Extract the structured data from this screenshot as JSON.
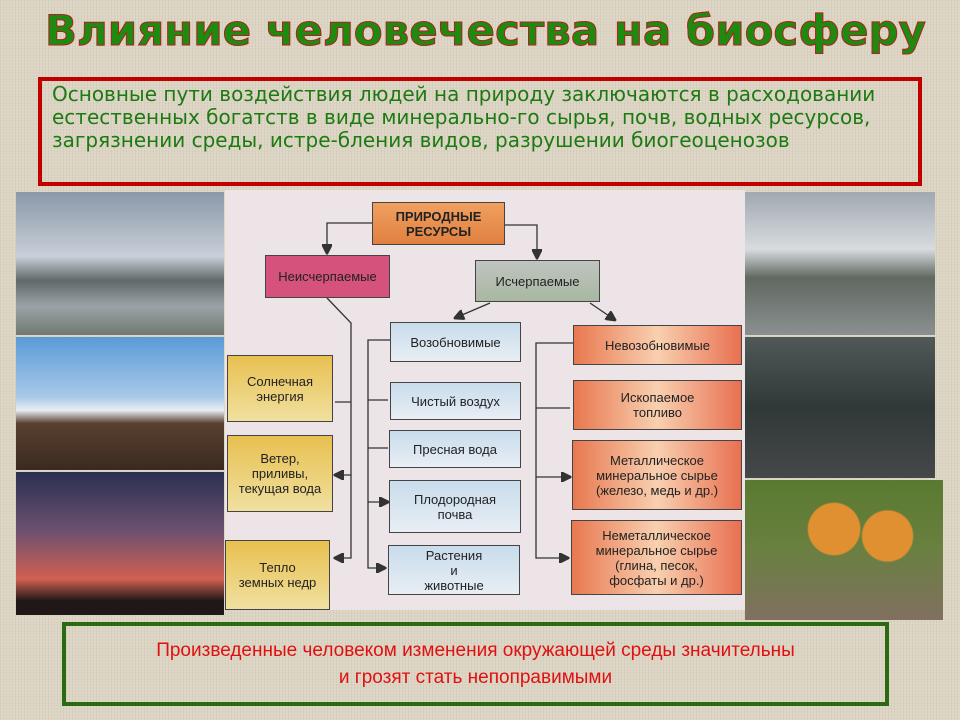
{
  "title": "Влияние человечества на биосферу",
  "intro": "Основные пути воздействия людей на природу заключаются в расходовании естественных богатств в виде минерально-го сырья, почв, водных ресурсов, загрязнении среды, истре-бления видов, разрушении биогеоценозов",
  "diagram": {
    "root": "ПРИРОДНЫЕ РЕСУРСЫ",
    "inexhaustible": "Неисчерпаемые",
    "exhaustible": "Исчерпаемые",
    "renewable": "Возобновимые",
    "nonrenewable": "Невозобновимые",
    "inexhaustible_items": [
      "Солнечная энергия",
      "Ветер, приливы, текущая вода",
      "Тепло земных недр"
    ],
    "renewable_items": [
      "Чистый воздух",
      "Пресная вода",
      "Плодородная почва",
      "Растения и животные"
    ],
    "nonrenewable_items": [
      "Ископаемое топливо",
      "Металлическое минеральное сырье (железо, медь и др.)",
      "Неметаллическое минеральное сырье (глина, песок, фосфаты и др.)"
    ]
  },
  "conclusion": [
    "Произведенные человеком изменения окружающей среды значительны",
    "и грозят стать непоправимыми"
  ]
}
